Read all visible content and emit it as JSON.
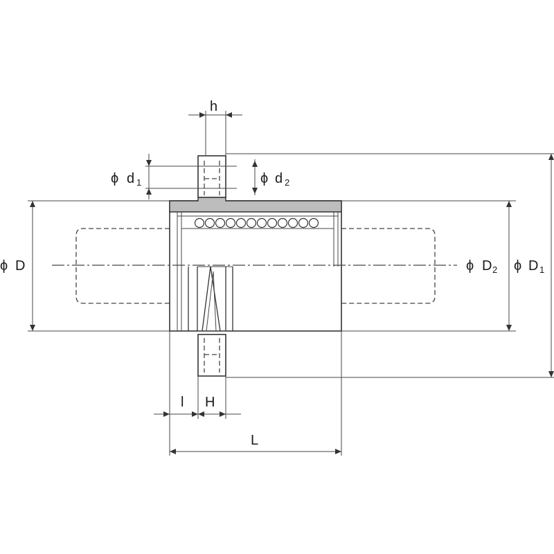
{
  "labels": {
    "h": "h",
    "phi": "ϕ",
    "d1_main": "d",
    "d1_sub": "1",
    "d2_main": "d",
    "d2_sub": "2",
    "D": "D",
    "D2_main": "D",
    "D2_sub": "2",
    "D1_main": "D",
    "D1_sub": "1",
    "l": "l",
    "H": "H",
    "L": "L"
  }
}
